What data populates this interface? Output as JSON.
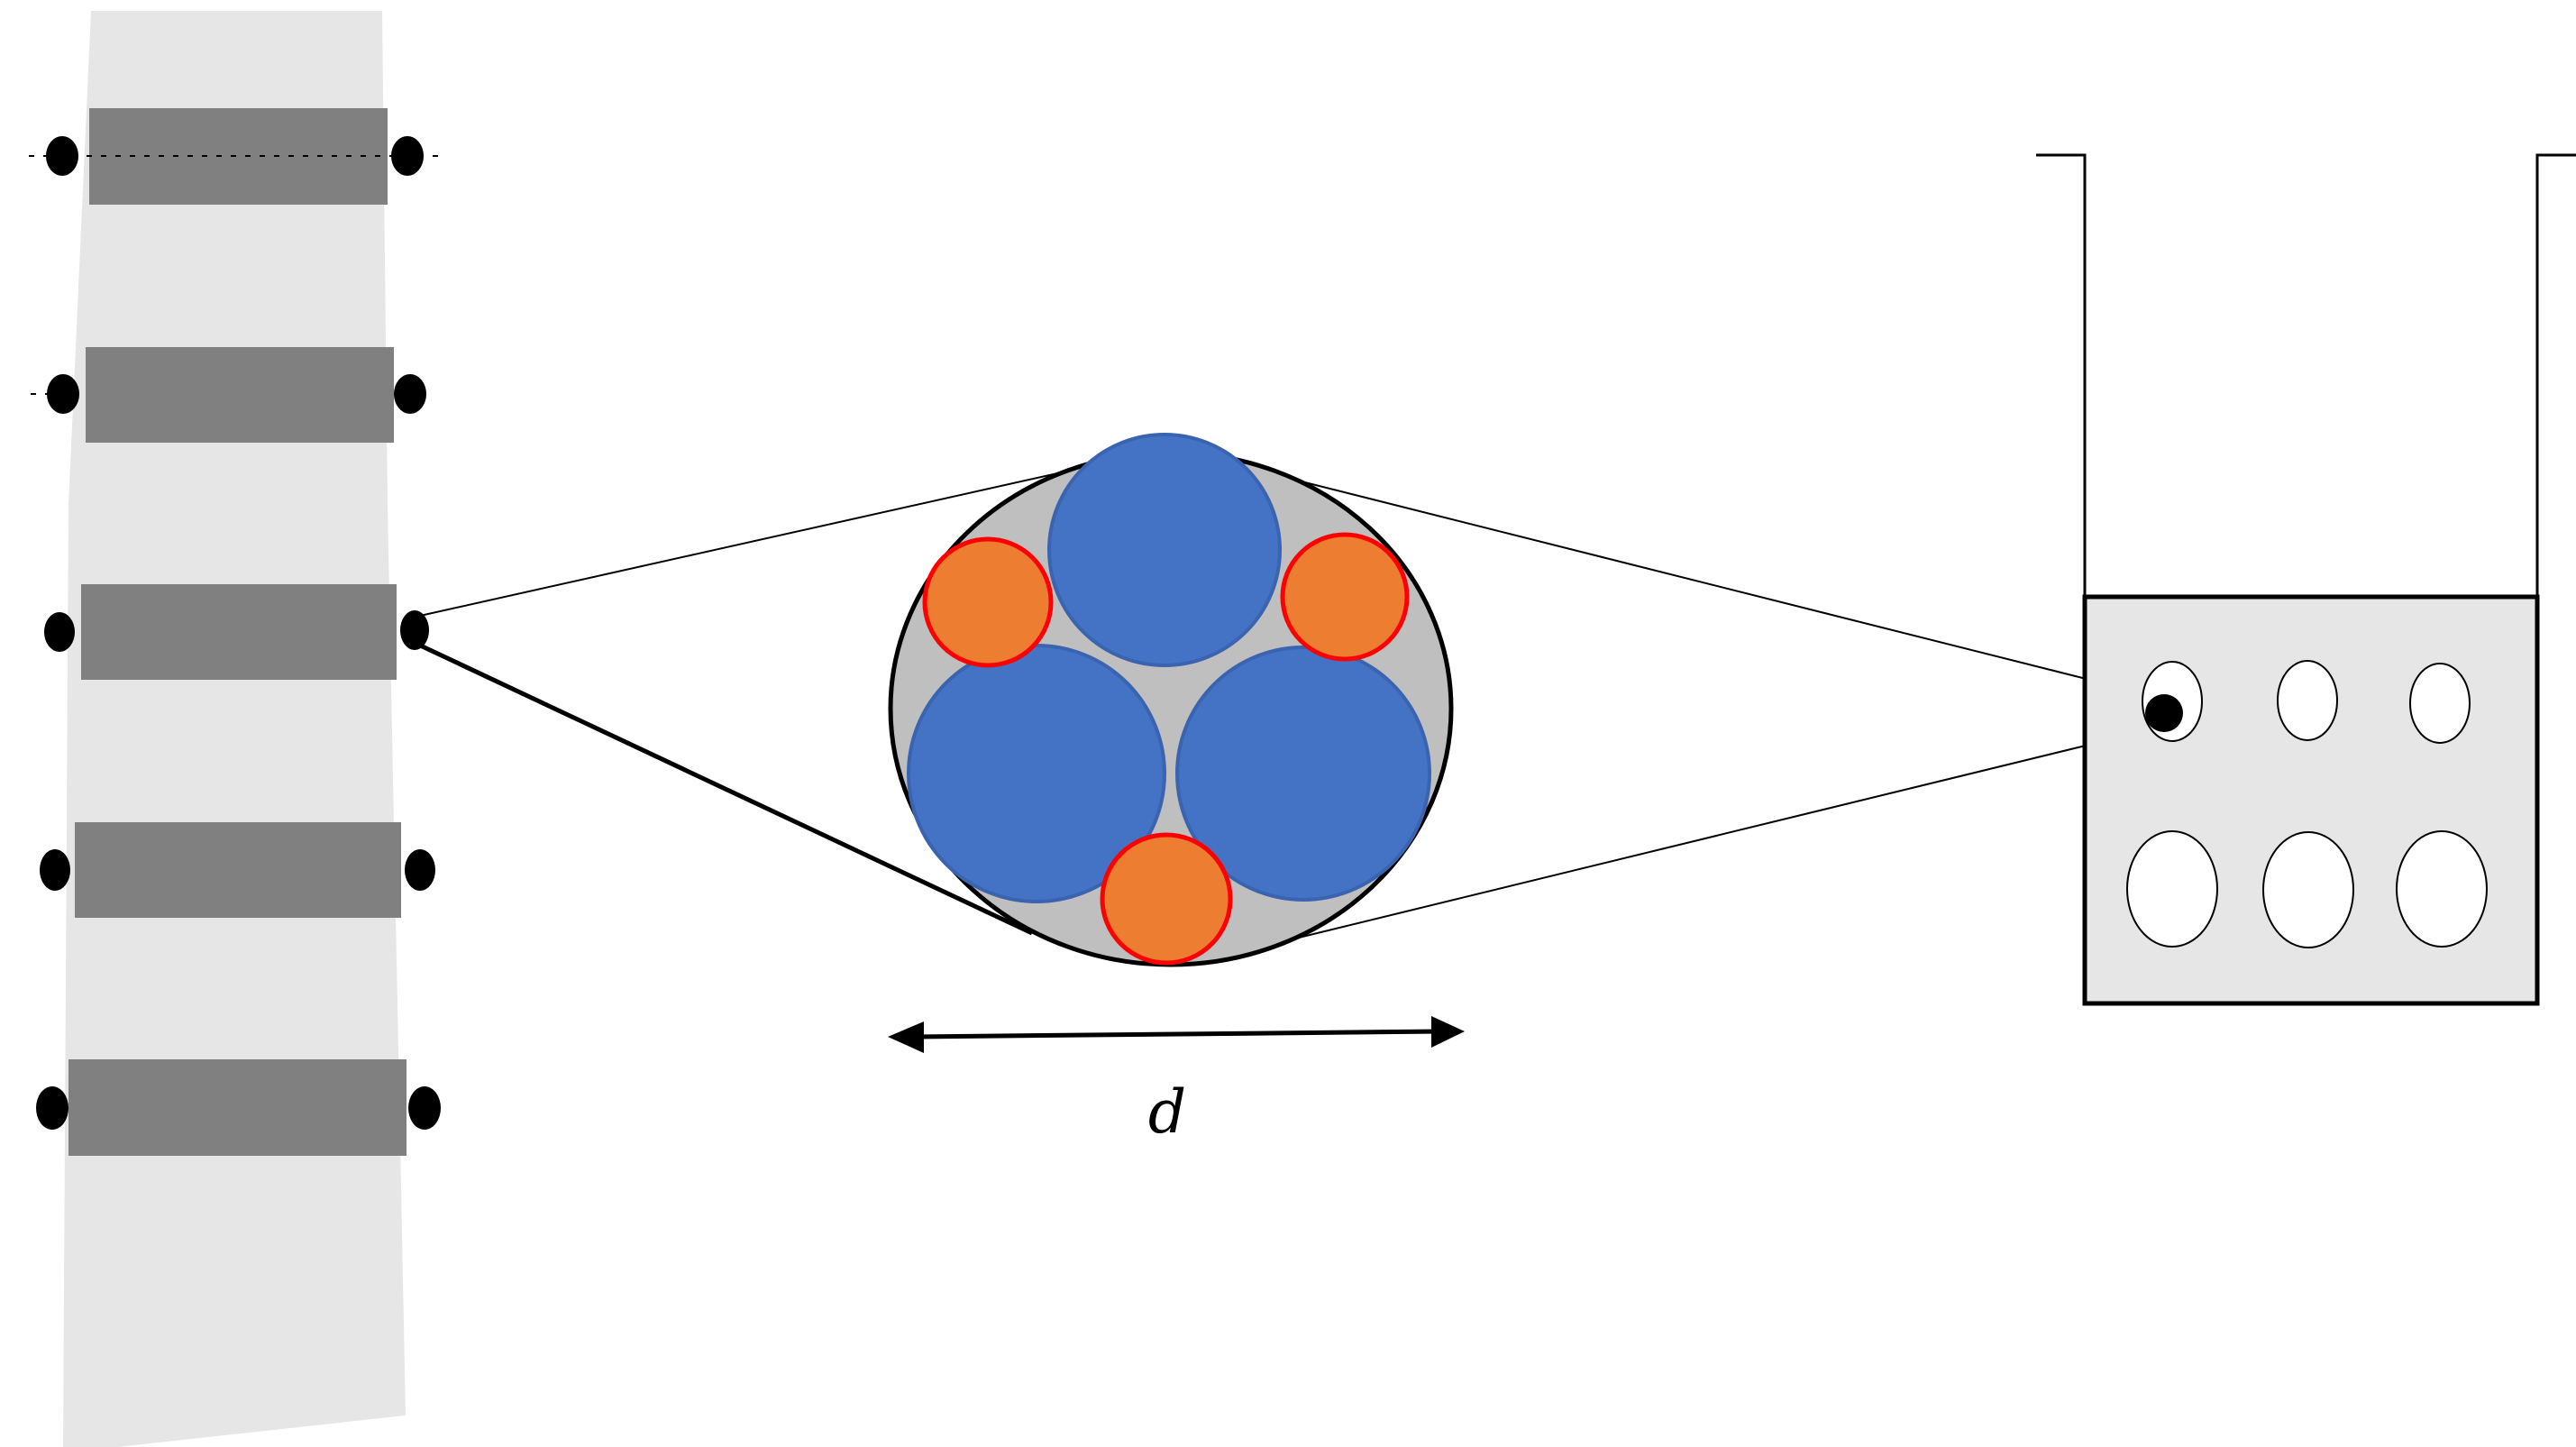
{
  "diagram": {
    "dimension_label": "d",
    "colors": {
      "strip_background": "#e6e6e6",
      "band": "#808080",
      "marker": "#000000",
      "cross_section_fill": "#bfbfbf",
      "large_circle_fill": "#4472c4",
      "large_circle_stroke": "#3a64b0",
      "small_circle_fill": "#ed7d31",
      "small_circle_stroke": "#ff0000",
      "panel_fill": "#e6e6e6",
      "line": "#000000"
    },
    "strip": {
      "band_count": 5,
      "marker_count": 10
    },
    "cross_section": {
      "large_circle_count": 3,
      "small_circle_count": 3
    },
    "panel": {
      "small_hole_count": 3,
      "large_hole_count": 3
    }
  }
}
